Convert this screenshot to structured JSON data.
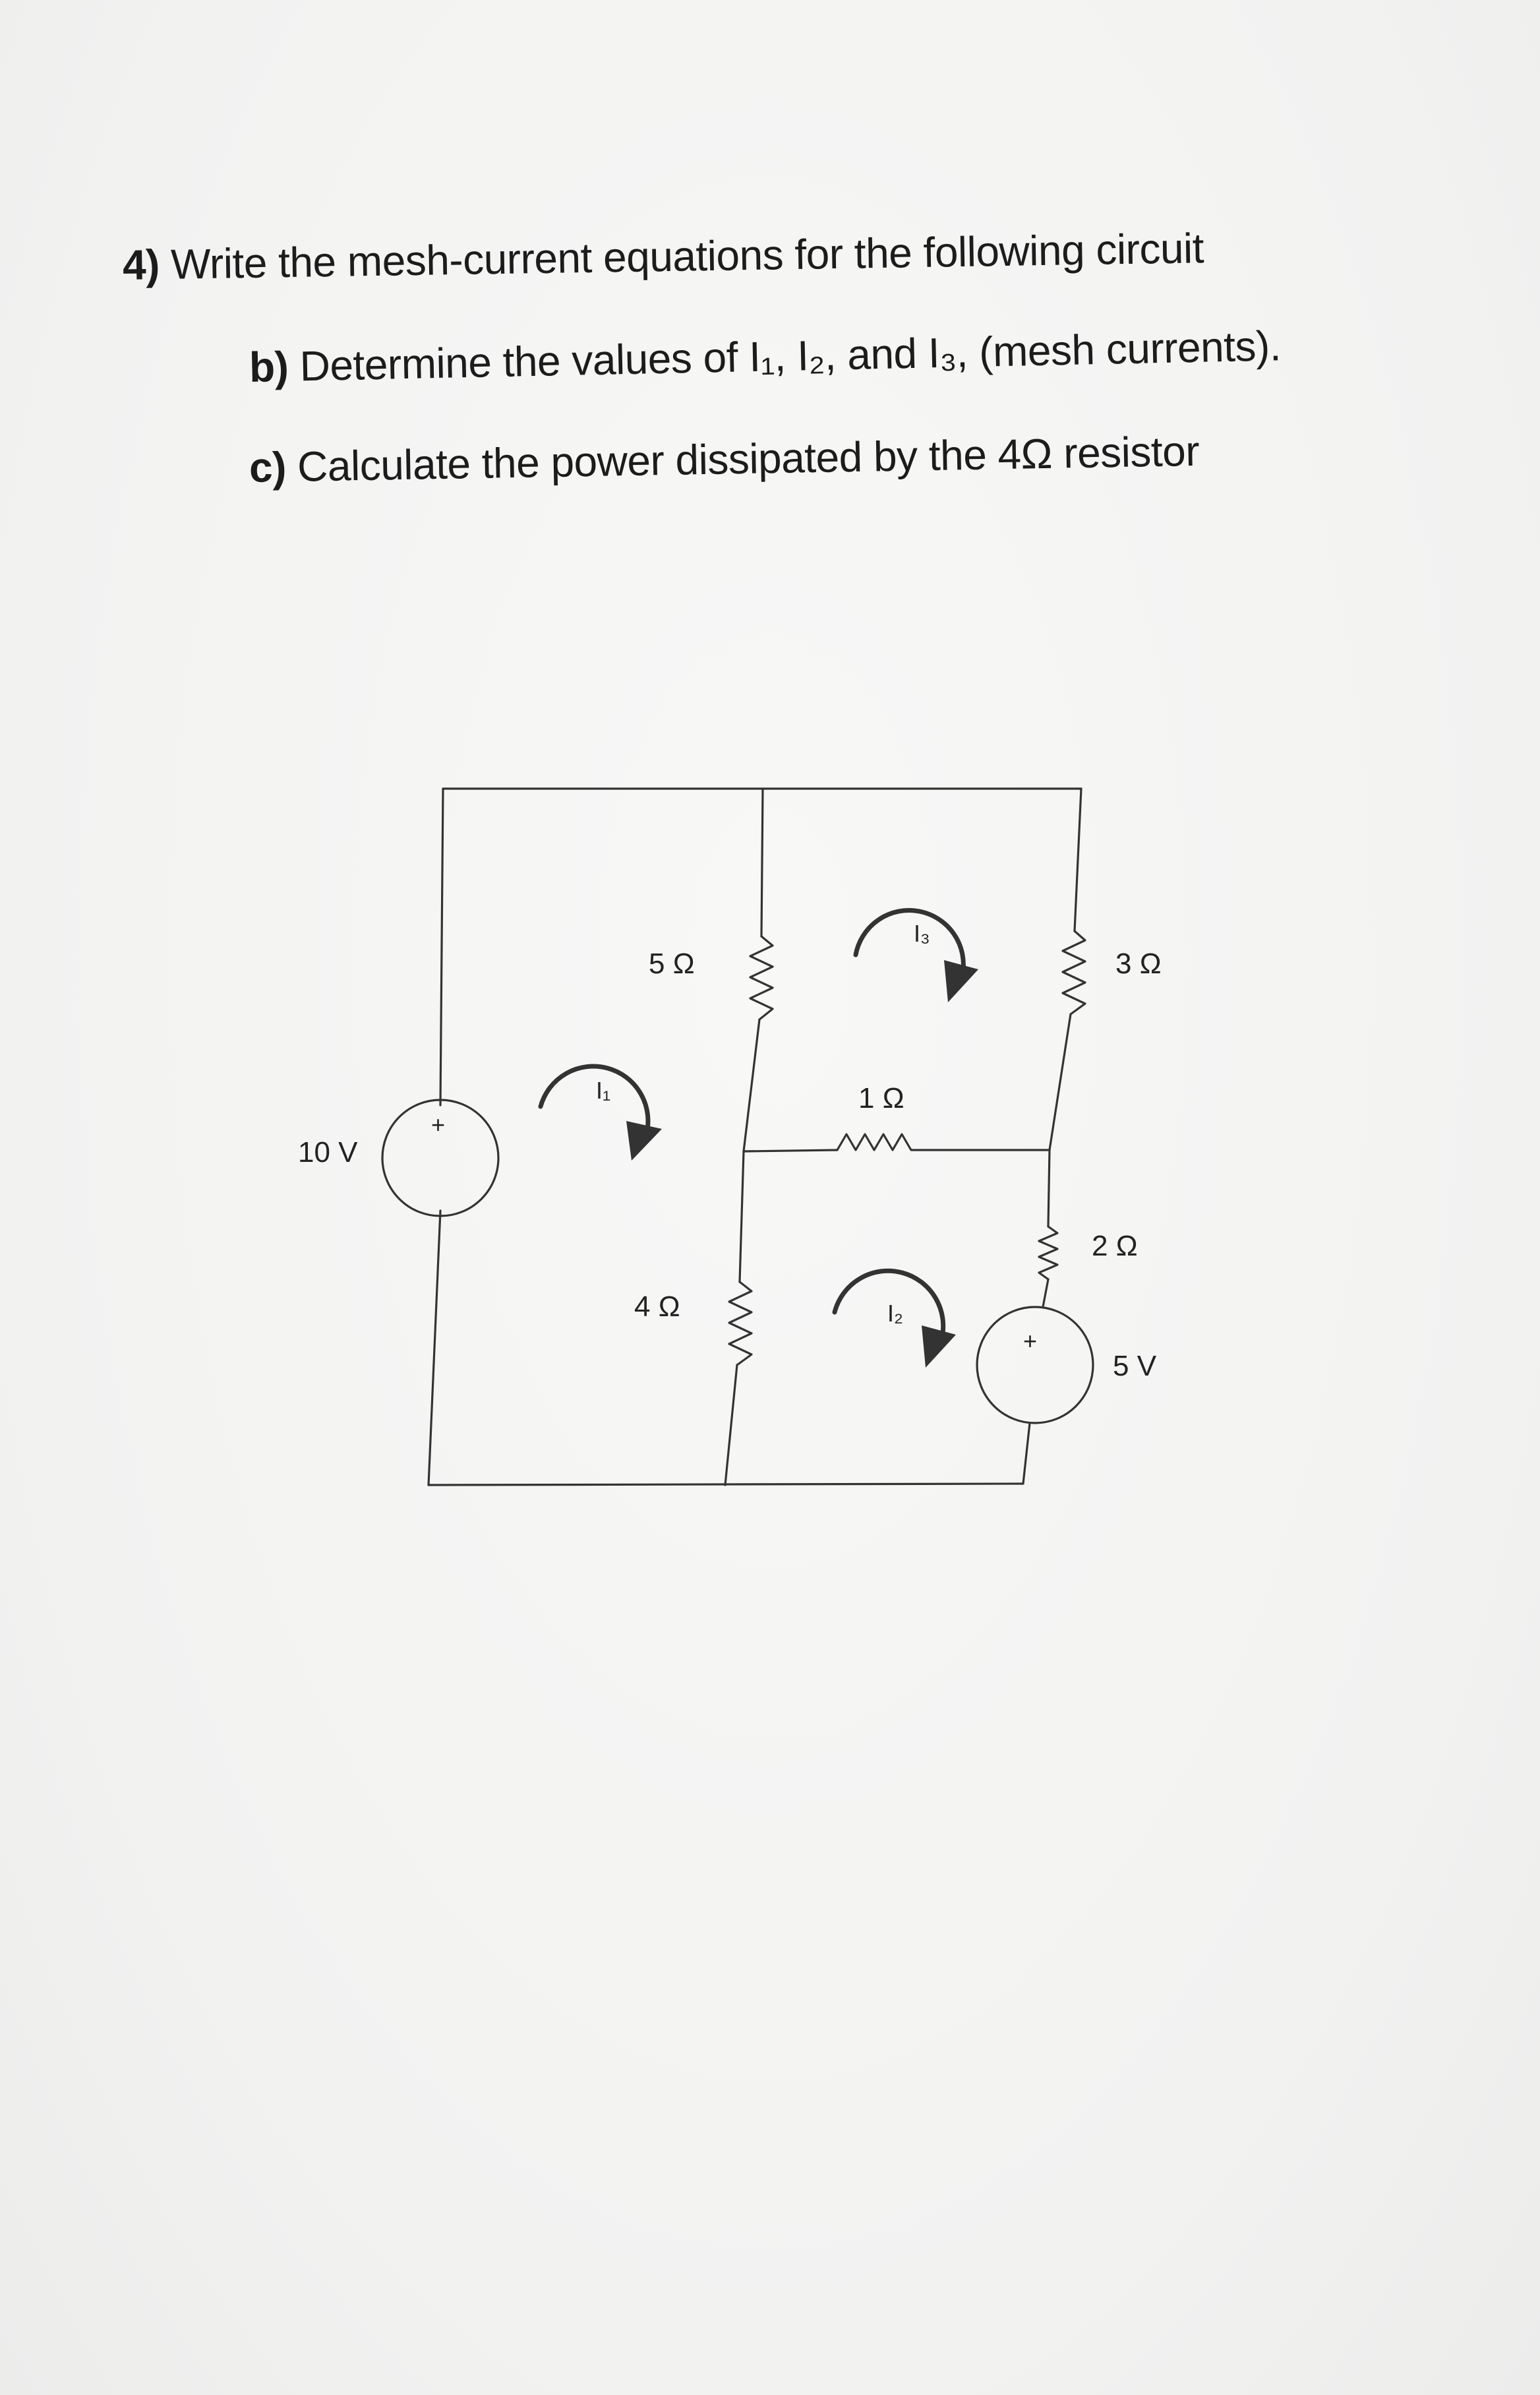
{
  "questions": [
    {
      "number": "4)",
      "text": "Write the mesh-current equations for the following circuit"
    },
    {
      "number": "b)",
      "text": "Determine the values of I₁, I₂, and I₃, (mesh currents)."
    },
    {
      "number": "c)",
      "text": "Calculate the power dissipated by the 4Ω resistor"
    }
  ],
  "circuit": {
    "sources": [
      {
        "label": "10 V",
        "polarity": "+"
      },
      {
        "label": "5 V",
        "polarity": "+"
      }
    ],
    "resistors": [
      {
        "label": "5 Ω"
      },
      {
        "label": "4 Ω"
      },
      {
        "label": "1 Ω"
      },
      {
        "label": "3 Ω"
      },
      {
        "label": "2 Ω"
      }
    ],
    "mesh_currents": [
      {
        "label": "I₁"
      },
      {
        "label": "I₂"
      },
      {
        "label": "I₃"
      }
    ]
  }
}
